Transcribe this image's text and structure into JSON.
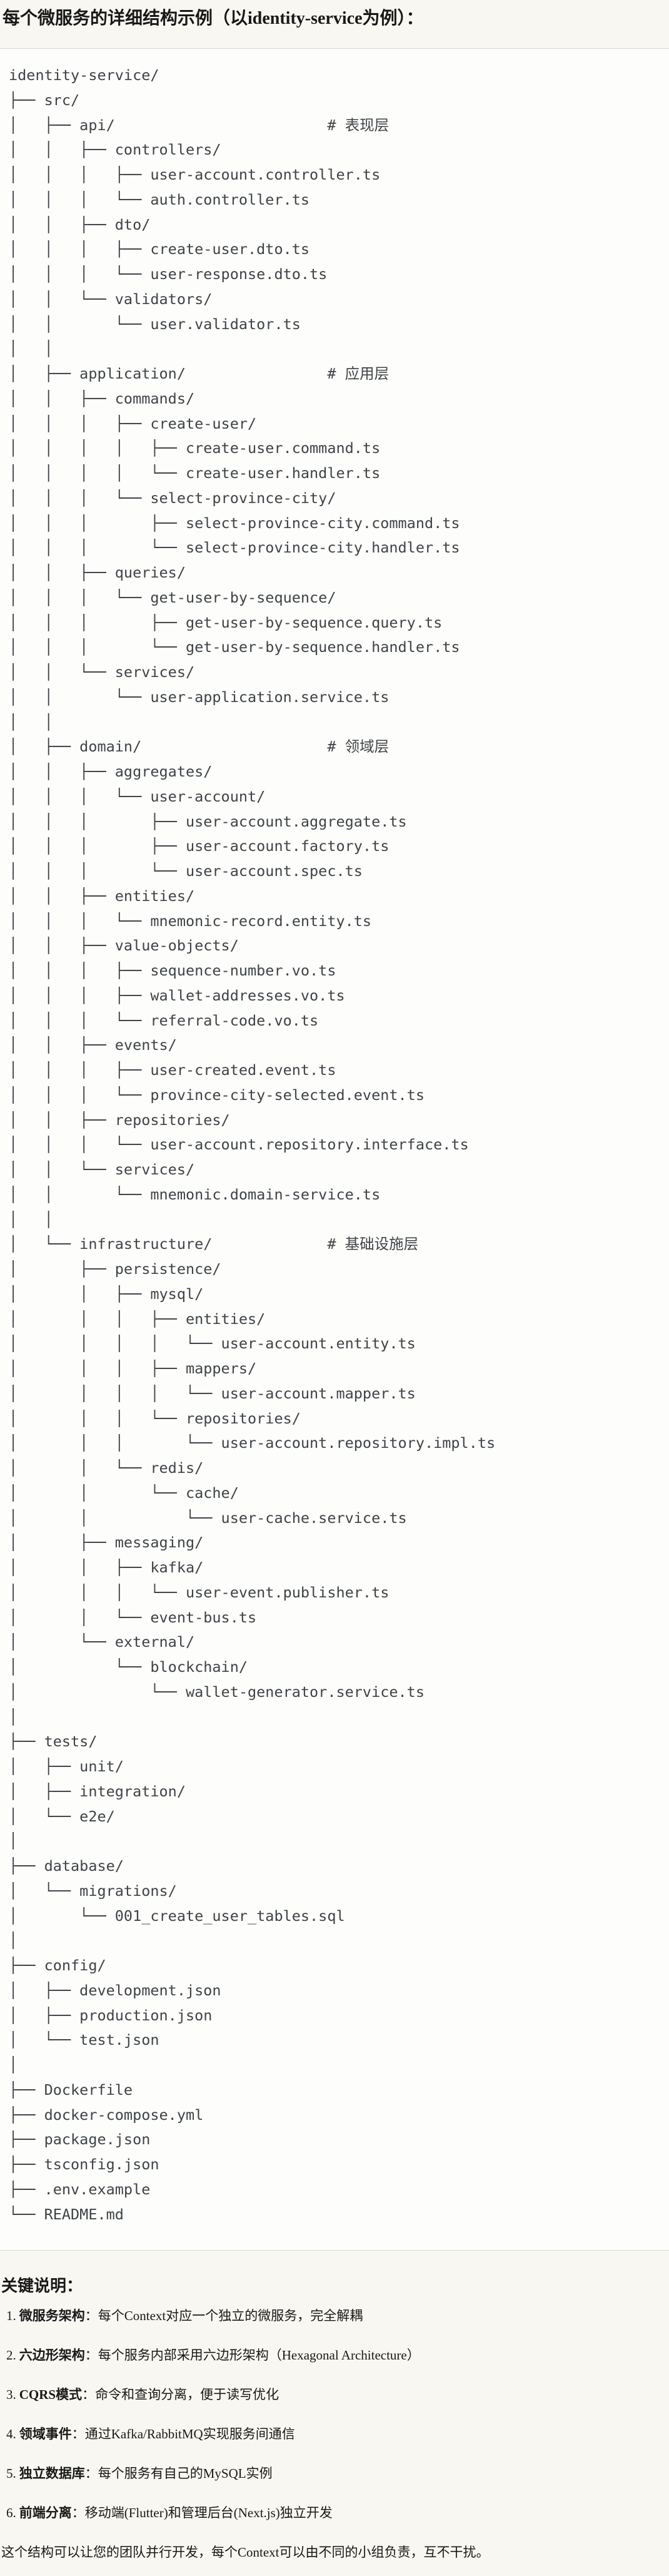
{
  "page": {
    "title": "每个微服务的详细结构示例（以identity-service为例）：",
    "tree_lines": [
      "identity-service/",
      "├── src/",
      "│   ├── api/                        # 表现层",
      "│   │   ├── controllers/",
      "│   │   │   ├── user-account.controller.ts",
      "│   │   │   └── auth.controller.ts",
      "│   │   ├── dto/",
      "│   │   │   ├── create-user.dto.ts",
      "│   │   │   └── user-response.dto.ts",
      "│   │   └── validators/",
      "│   │       └── user.validator.ts",
      "│   │",
      "│   ├── application/                # 应用层",
      "│   │   ├── commands/",
      "│   │   │   ├── create-user/",
      "│   │   │   │   ├── create-user.command.ts",
      "│   │   │   │   └── create-user.handler.ts",
      "│   │   │   └── select-province-city/",
      "│   │   │       ├── select-province-city.command.ts",
      "│   │   │       └── select-province-city.handler.ts",
      "│   │   ├── queries/",
      "│   │   │   └── get-user-by-sequence/",
      "│   │   │       ├── get-user-by-sequence.query.ts",
      "│   │   │       └── get-user-by-sequence.handler.ts",
      "│   │   └── services/",
      "│   │       └── user-application.service.ts",
      "│   │",
      "│   ├── domain/                     # 领域层",
      "│   │   ├── aggregates/",
      "│   │   │   └── user-account/",
      "│   │   │       ├── user-account.aggregate.ts",
      "│   │   │       ├── user-account.factory.ts",
      "│   │   │       └── user-account.spec.ts",
      "│   │   ├── entities/",
      "│   │   │   └── mnemonic-record.entity.ts",
      "│   │   ├── value-objects/",
      "│   │   │   ├── sequence-number.vo.ts",
      "│   │   │   ├── wallet-addresses.vo.ts",
      "│   │   │   └── referral-code.vo.ts",
      "│   │   ├── events/",
      "│   │   │   ├── user-created.event.ts",
      "│   │   │   └── province-city-selected.event.ts",
      "│   │   ├── repositories/",
      "│   │   │   └── user-account.repository.interface.ts",
      "│   │   └── services/",
      "│   │       └── mnemonic.domain-service.ts",
      "│   │",
      "│   └── infrastructure/             # 基础设施层",
      "│       ├── persistence/",
      "│       │   ├── mysql/",
      "│       │   │   ├── entities/",
      "│       │   │   │   └── user-account.entity.ts",
      "│       │   │   ├── mappers/",
      "│       │   │   │   └── user-account.mapper.ts",
      "│       │   │   └── repositories/",
      "│       │   │       └── user-account.repository.impl.ts",
      "│       │   └── redis/",
      "│       │       └── cache/",
      "│       │           └── user-cache.service.ts",
      "│       ├── messaging/",
      "│       │   ├── kafka/",
      "│       │   │   └── user-event.publisher.ts",
      "│       │   └── event-bus.ts",
      "│       └── external/",
      "│           └── blockchain/",
      "│               └── wallet-generator.service.ts",
      "│",
      "├── tests/",
      "│   ├── unit/",
      "│   ├── integration/",
      "│   └── e2e/",
      "│",
      "├── database/",
      "│   └── migrations/",
      "│       └── 001_create_user_tables.sql",
      "│",
      "├── config/",
      "│   ├── development.json",
      "│   ├── production.json",
      "│   └── test.json",
      "│",
      "├── Dockerfile",
      "├── docker-compose.yml",
      "├── package.json",
      "├── tsconfig.json",
      "├── .env.example",
      "└── README.md"
    ],
    "notes": {
      "heading": "关键说明：",
      "items": [
        {
          "num": "1.",
          "label": "微服务架构",
          "sep": "：",
          "text": "每个Context对应一个独立的微服务，完全解耦"
        },
        {
          "num": "2.",
          "label": "六边形架构",
          "sep": "：",
          "text": "每个服务内部采用六边形架构（Hexagonal Architecture）"
        },
        {
          "num": "3.",
          "label": "CQRS模式",
          "sep": "：",
          "text": "命令和查询分离，便于读写优化"
        },
        {
          "num": "4.",
          "label": "领域事件",
          "sep": "：",
          "text": "通过Kafka/RabbitMQ实现服务间通信"
        },
        {
          "num": "5.",
          "label": "独立数据库",
          "sep": "：",
          "text": "每个服务有自己的MySQL实例"
        },
        {
          "num": "6.",
          "label": "前端分离",
          "sep": "：",
          "text": "移动端(Flutter)和管理后台(Next.js)独立开发"
        }
      ],
      "footer": "这个结构可以让您的团队并行开发，每个Context可以由不同的小组负责，互不干扰。"
    }
  }
}
